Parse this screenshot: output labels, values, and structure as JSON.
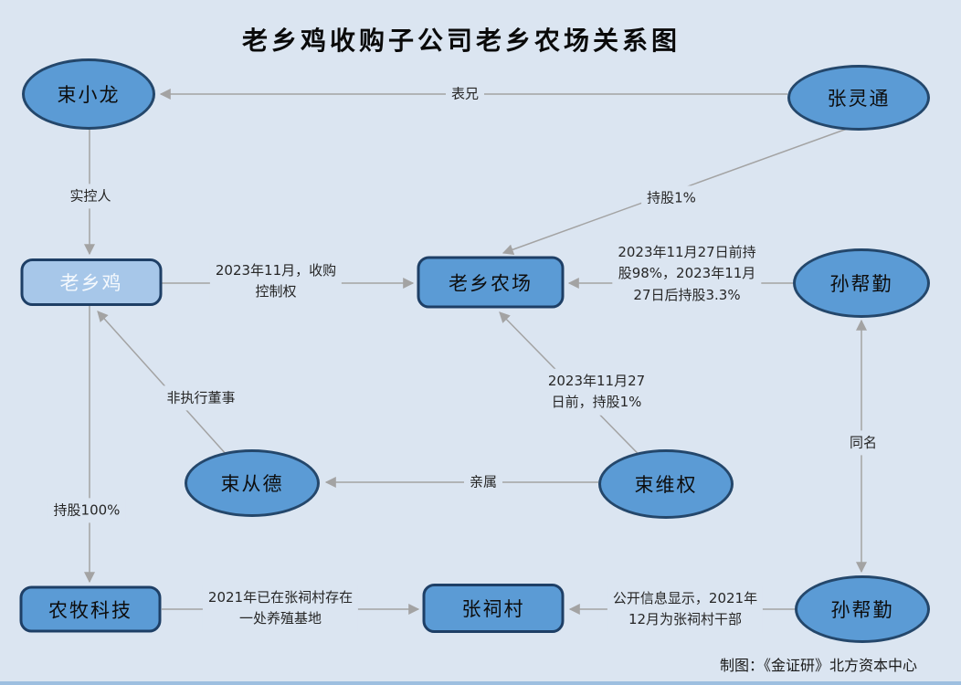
{
  "title": "老乡鸡收购子公司老乡农场关系图",
  "credit": "制图：《金证研》北方资本中心",
  "colors": {
    "background": "#dbe5f1",
    "node_fill": "#5b9bd5",
    "node_fill_light": "#a7c7e9",
    "node_border": "#24476b",
    "edge_line": "#a3a3a3",
    "bottom_strip": "#9dbfe0"
  },
  "nodes": {
    "shuxiaolong": {
      "label": "束小龙",
      "shape": "ellipse"
    },
    "zhanglingtong": {
      "label": "张灵通",
      "shape": "ellipse"
    },
    "laoxiangji": {
      "label": "老乡鸡",
      "shape": "rounded-rect-light"
    },
    "laoxiangnongchang": {
      "label": "老乡农场",
      "shape": "rounded-rect"
    },
    "sunbangqin_top": {
      "label": "孙帮勤",
      "shape": "ellipse"
    },
    "shucongde": {
      "label": "束从德",
      "shape": "ellipse"
    },
    "shuweiquan": {
      "label": "束维权",
      "shape": "ellipse"
    },
    "nongmukeji": {
      "label": "农牧科技",
      "shape": "rounded-rect"
    },
    "zhangcicun": {
      "label": "张祠村",
      "shape": "rounded-rect"
    },
    "sunbangqin_bottom": {
      "label": "孙帮勤",
      "shape": "ellipse"
    }
  },
  "edges": {
    "biaoxiong": {
      "from": "张灵通",
      "to": "束小龙",
      "label": "表兄"
    },
    "shikongren": {
      "from": "束小龙",
      "to": "老乡鸡",
      "label": "实控人"
    },
    "chigu1": {
      "from": "张灵通",
      "to": "老乡农场",
      "label": "持股1%"
    },
    "acquire": {
      "from": "老乡鸡",
      "to": "老乡农场",
      "label": "2023年11月，收购\n控制权"
    },
    "sun98": {
      "from": "孙帮勤",
      "to": "老乡农场",
      "label": "2023年11月27日前持\n股98%，2023年11月\n27日后持股3.3%"
    },
    "weiquan1": {
      "from": "束维权",
      "to": "老乡农场",
      "label": "2023年11月27\n日前，持股1%"
    },
    "feizhixing": {
      "from": "束从德",
      "to": "老乡鸡",
      "label": "非执行董事"
    },
    "qinshu": {
      "from": "束维权",
      "to": "束从德",
      "label": "亲属"
    },
    "tongming": {
      "from": "孙帮勤",
      "to": "孙帮勤",
      "label": "同名",
      "double_arrow": true
    },
    "chigu100": {
      "from": "老乡鸡",
      "to": "农牧科技",
      "label": "持股100%"
    },
    "jidi": {
      "from": "农牧科技",
      "to": "张祠村",
      "label": "2021年已在张祠村存在\n一处养殖基地"
    },
    "ganbu": {
      "from": "孙帮勤",
      "to": "张祠村",
      "label": "公开信息显示，2021年\n12月为张祠村干部"
    }
  }
}
